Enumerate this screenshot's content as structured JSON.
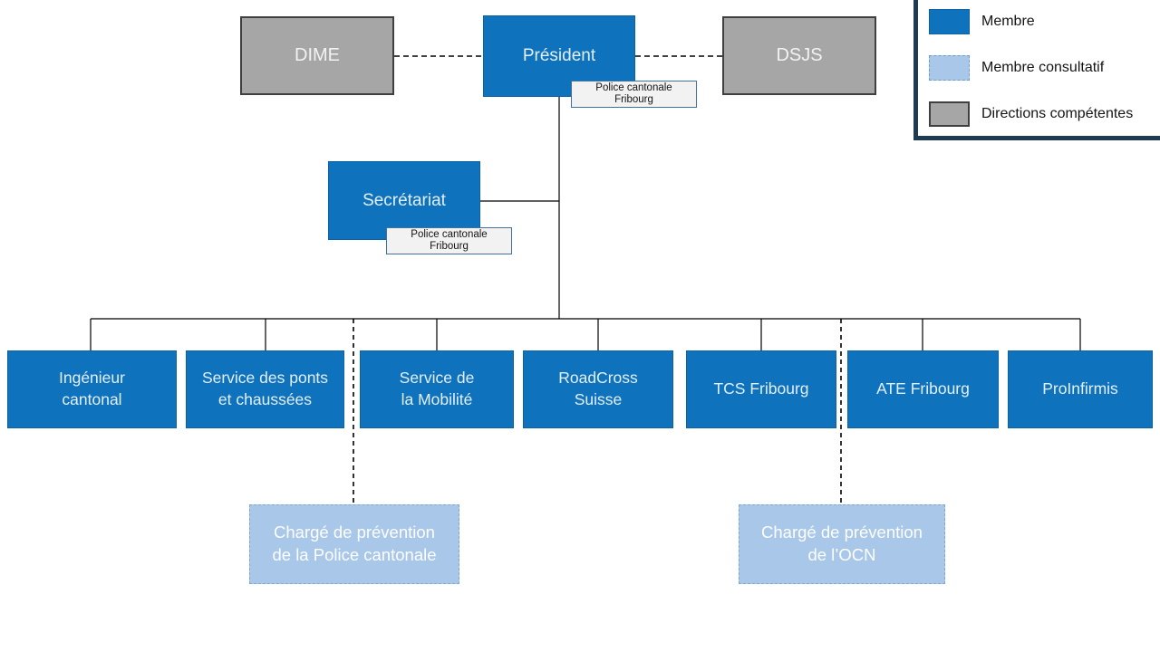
{
  "legend": {
    "items": [
      {
        "label": "Membre",
        "swatch": "member-swatch"
      },
      {
        "label": "Membre consultatif",
        "swatch": "consultative-swatch"
      },
      {
        "label": "Directions compétentes",
        "swatch": "directions-swatch"
      }
    ]
  },
  "top_row": {
    "dime": {
      "label": "DIME"
    },
    "president": {
      "label": "Président",
      "note": "Police cantonale\nFribourg"
    },
    "dsjs": {
      "label": "DSJS"
    }
  },
  "secretariat": {
    "label": "Secrétariat",
    "note": "Police cantonale\nFribourg"
  },
  "members": [
    {
      "label": "Ingénieur\ncantonal"
    },
    {
      "label": "Service des ponts\net chaussées"
    },
    {
      "label": "Service de\nla Mobilité"
    },
    {
      "label": "RoadCross\nSuisse"
    },
    {
      "label": "TCS Fribourg"
    },
    {
      "label": "ATE Fribourg"
    },
    {
      "label": "ProInfirmis"
    }
  ],
  "consultative_members": [
    {
      "label": "Chargé de prévention\nde la Police cantonale"
    },
    {
      "label": "Chargé de prévention\nde l’OCN"
    }
  ],
  "colors": {
    "member_blue": "#0F72BC",
    "consultative_blue": "#A9C7E9",
    "direction_gray": "#A6A6A6",
    "legend_border": "#1F3B54",
    "note_background": "#F2F2F2",
    "note_border": "#41719C",
    "connector_line": "#000000"
  }
}
